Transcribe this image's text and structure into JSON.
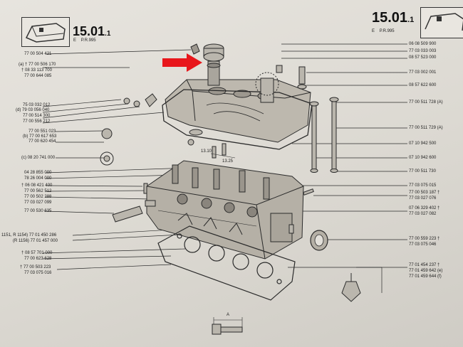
{
  "header": {
    "left": {
      "main": "15.01",
      "suffix": ".1",
      "code_left": "E",
      "code_right": "P.R.995"
    },
    "right": {
      "main": "15.01",
      "suffix": ".1",
      "code_left": "E",
      "code_right": "P.R.995"
    }
  },
  "left_refs": [
    {
      "id": "l1",
      "text": "77 00 504 421"
    },
    {
      "id": "l2",
      "text": "(a) † 77 00 506 170"
    },
    {
      "id": "l3",
      "text": "† 08 33 113 700"
    },
    {
      "id": "l4",
      "text": "77 00 644 085"
    },
    {
      "id": "l5",
      "text": "75 03 032 012"
    },
    {
      "id": "l6",
      "text": "(d) 79 03 056 040"
    },
    {
      "id": "l7",
      "text": "77 00 514 300"
    },
    {
      "id": "l8",
      "text": "77 00 556 212"
    },
    {
      "id": "l9",
      "text": "77 00 551 023"
    },
    {
      "id": "l10",
      "text": "(b) 77 00 617 653"
    },
    {
      "id": "l11",
      "text": "77 00 620 454"
    },
    {
      "id": "l12",
      "text": "(c) 08 20 741 000"
    },
    {
      "id": "l13",
      "text": "04 28 855 000"
    },
    {
      "id": "l14",
      "text": "78 26 004 000"
    },
    {
      "id": "l15",
      "text": "† 06 08 421 400"
    },
    {
      "id": "l16",
      "text": "77 00 562 512"
    },
    {
      "id": "l17",
      "text": "77 00 502 288"
    },
    {
      "id": "l18",
      "text": "77 03 027 099"
    },
    {
      "id": "l19",
      "text": "77 00 530 635"
    },
    {
      "id": "l20",
      "text": "1151, R 1154) 77 01 450 286"
    },
    {
      "id": "l21",
      "text": "(R 1156) 77 01 457 000"
    },
    {
      "id": "l22",
      "text": "† 08 57 701 000"
    },
    {
      "id": "l23",
      "text": "77 00 623 628"
    },
    {
      "id": "l24",
      "text": "† 77 00 503 223"
    },
    {
      "id": "l25",
      "text": "77 03 075 016"
    }
  ],
  "right_refs": [
    {
      "id": "r1",
      "text": "06 08 509 900"
    },
    {
      "id": "r2",
      "text": "77 03 033 003"
    },
    {
      "id": "r3",
      "text": "08 57 523 000"
    },
    {
      "id": "r4",
      "text": "77 03 002 001"
    },
    {
      "id": "r5",
      "text": "08 57 622 600"
    },
    {
      "id": "r6",
      "text": "77 00 511 728 (A)"
    },
    {
      "id": "r7",
      "text": "77 00 511 729 (A)"
    },
    {
      "id": "r8",
      "text": "07 10 942 500"
    },
    {
      "id": "r9",
      "text": "07 10 942 600"
    },
    {
      "id": "r10",
      "text": "77 00 511 730"
    },
    {
      "id": "r11",
      "text": "77 03 075 015"
    },
    {
      "id": "r12",
      "text": "77 00 503 187 †"
    },
    {
      "id": "r13",
      "text": "77 03 027 076"
    },
    {
      "id": "r14",
      "text": "07 06 329 402 †"
    },
    {
      "id": "r15",
      "text": "77 03 027 082"
    },
    {
      "id": "r16",
      "text": "77 00 559 223 †"
    },
    {
      "id": "r17",
      "text": "77 03 075 046"
    },
    {
      "id": "r18",
      "text": "77 01 454 237 †"
    },
    {
      "id": "r19",
      "text": "77 01 459 642 (e)"
    },
    {
      "id": "r20",
      "text": "77 01 459 644 (f)"
    }
  ],
  "dims": {
    "d1": "13.10",
    "d2": "13.25",
    "d3": "A"
  },
  "colors": {
    "ink": "#2b2b2b",
    "paper": "#e3e0da",
    "arrow": "#e8161b"
  }
}
